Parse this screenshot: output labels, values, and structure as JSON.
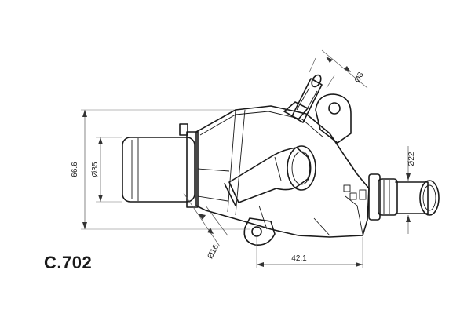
{
  "part_code": "C.702",
  "dimensions": {
    "height_overall": "66.6",
    "inlet_diameter": "Ø35",
    "small_port_diameter": "Ø16",
    "length": "42.1",
    "outlet_diameter": "Ø22",
    "vent_diameter": "Ø8"
  }
}
